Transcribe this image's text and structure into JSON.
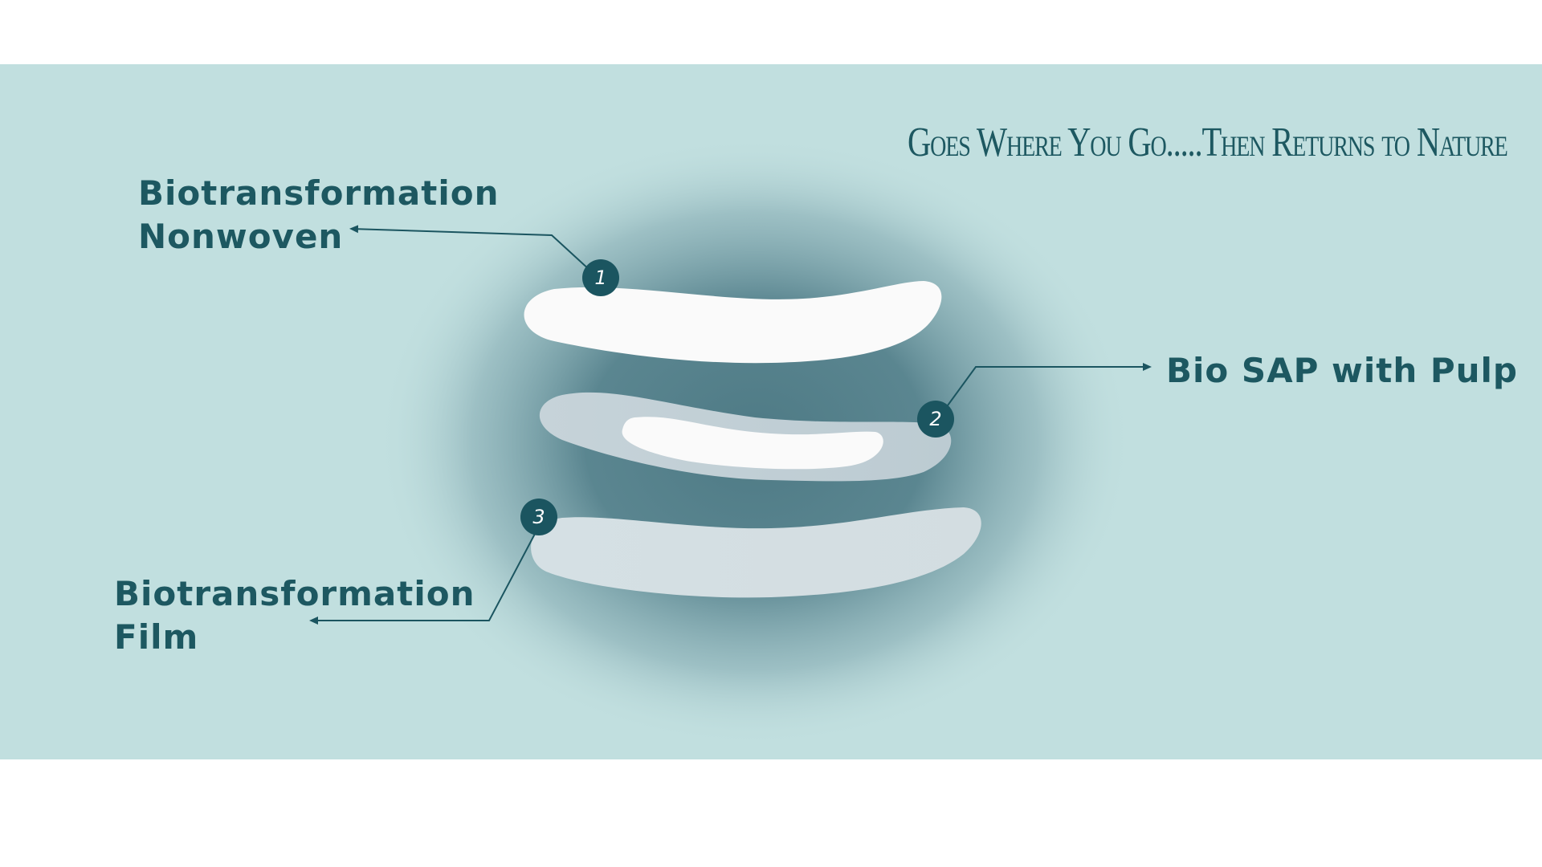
{
  "tagline": "Goes Where You Go.....Then Returns to Nature",
  "layers": [
    {
      "number": "1",
      "label_lines": [
        "Biotransformation",
        "Nonwoven"
      ]
    },
    {
      "number": "2",
      "label_lines": [
        "Bio SAP with Pulp"
      ]
    },
    {
      "number": "3",
      "label_lines": [
        "Biotransformation",
        "Film"
      ]
    }
  ],
  "colors": {
    "background_band": "#c1dfdf",
    "accent_dark_teal": "#1b5560",
    "text_teal": "#1d5861",
    "layer_top": "#fafafa",
    "layer_mid": "#c3d0d6",
    "layer_bottom": "#c9d6db"
  }
}
